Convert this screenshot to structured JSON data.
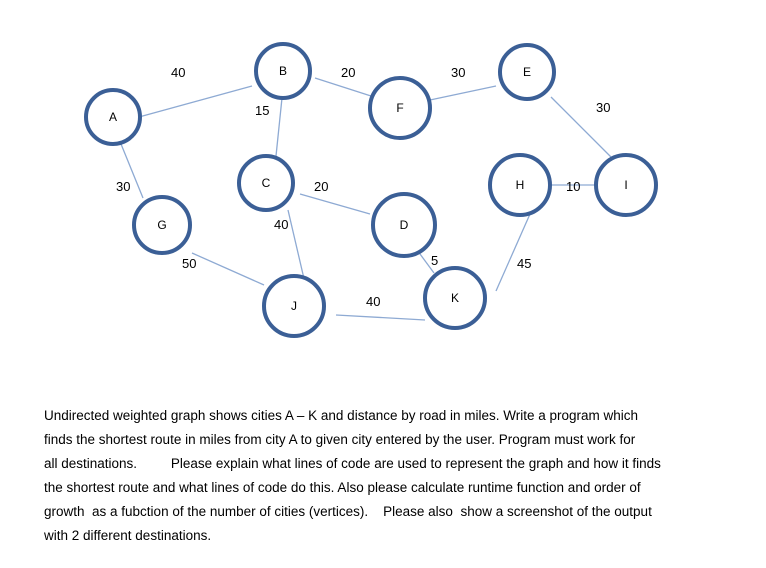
{
  "graph": {
    "nodes": [
      "A",
      "B",
      "C",
      "D",
      "E",
      "F",
      "G",
      "H",
      "I",
      "J",
      "K"
    ],
    "edges": [
      {
        "from": "A",
        "to": "B",
        "weight": "40"
      },
      {
        "from": "B",
        "to": "F",
        "weight": "20"
      },
      {
        "from": "F",
        "to": "E",
        "weight": "30"
      },
      {
        "from": "E",
        "to": "I",
        "weight": "30"
      },
      {
        "from": "B",
        "to": "C",
        "weight": "15"
      },
      {
        "from": "A",
        "to": "G",
        "weight": "30"
      },
      {
        "from": "C",
        "to": "D",
        "weight": "20"
      },
      {
        "from": "H",
        "to": "I",
        "weight": "10"
      },
      {
        "from": "C",
        "to": "J",
        "weight": "40"
      },
      {
        "from": "G",
        "to": "J",
        "weight": "50"
      },
      {
        "from": "D",
        "to": "K",
        "weight": "5"
      },
      {
        "from": "H",
        "to": "K",
        "weight": "45"
      },
      {
        "from": "J",
        "to": "K",
        "weight": "40"
      }
    ]
  },
  "problem": {
    "line1": "Undirected weighted graph shows cities  A – K  and distance by road in miles.  Write a program which",
    "line2": "finds the shortest route in miles from city A  to given city entered by the user.  Program must work for",
    "line3": "all destinations.         Please explain what lines of code are used to represent the graph and how it finds",
    "line4": "the shortest route and what lines of code do this.  Also please calculate runtime function and order of",
    "line5": "growth  as a fubction of the number of cities (vertices).    Please also  show a screenshot of the output",
    "line6": "with 2 different destinations."
  }
}
